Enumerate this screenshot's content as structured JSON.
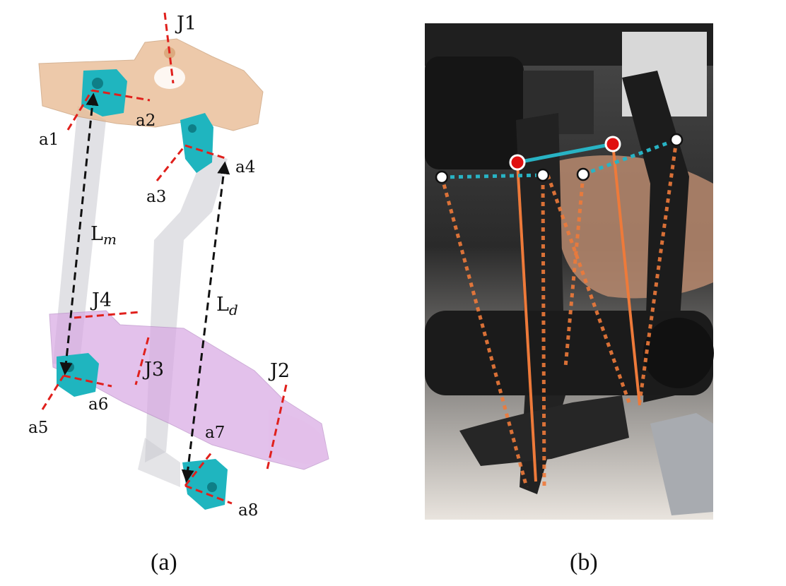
{
  "panel_a": {
    "caption": "(a)",
    "joints": {
      "j1": "J1",
      "j2": "J2",
      "j3": "J3",
      "j4": "J4"
    },
    "anchors": {
      "a1": "a1",
      "a2": "a2",
      "a3": "a3",
      "a4": "a4",
      "a5": "a5",
      "a6": "a6",
      "a7": "a7",
      "a8": "a8"
    },
    "lengths": {
      "lm_base": "L",
      "lm_sub": "m",
      "ld_base": "L",
      "ld_sub": "d"
    }
  },
  "panel_b": {
    "caption": "(b)"
  },
  "colors": {
    "axis": "#e0201c",
    "bracket": "#1fb5bf",
    "link": "#b9b9c2",
    "proximal": "#e7b88e",
    "distal": "#d8a7e3",
    "tendon": "#111111",
    "orange": "#ee7a3a",
    "teal": "#28b3c4",
    "marker_red": "#e01010"
  }
}
